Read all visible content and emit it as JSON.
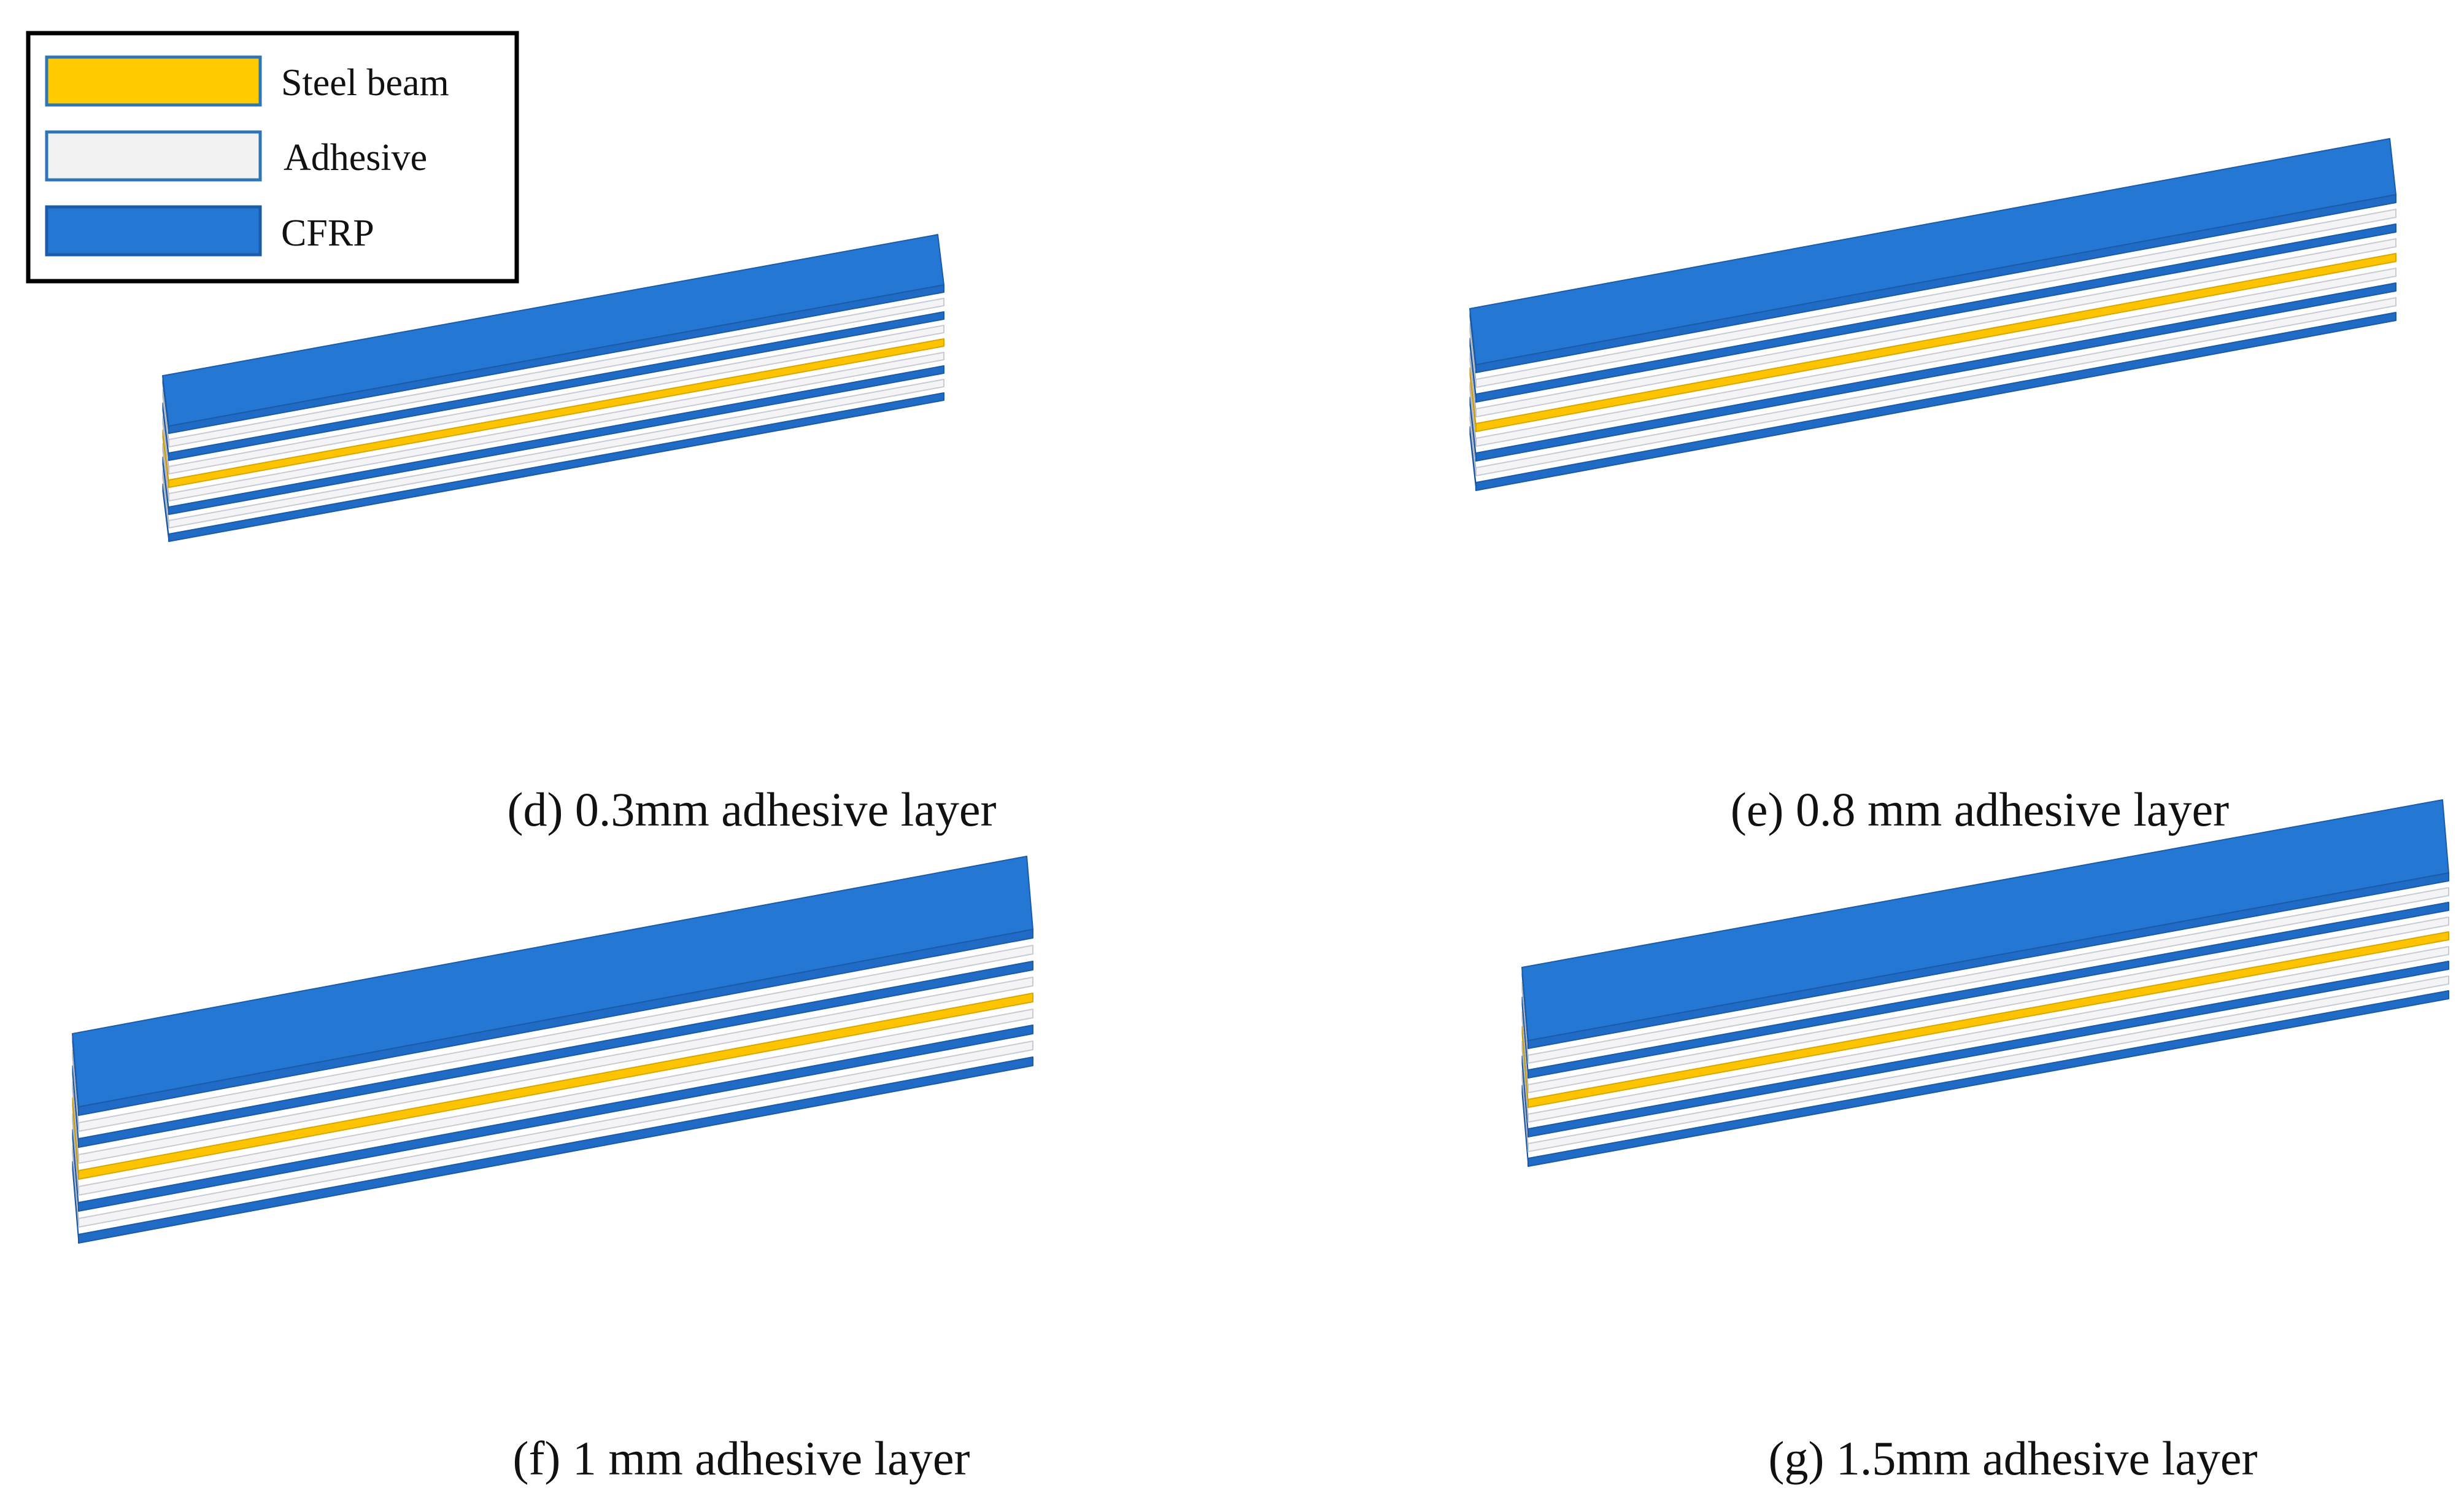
{
  "legend": {
    "items": [
      {
        "label": "Steel beam",
        "color": "#FFCC00",
        "border": "#2E75B6"
      },
      {
        "label": "Adhesive",
        "color": "#F3F2F2",
        "border": "#2E75B6"
      },
      {
        "label": "CFRP",
        "color": "#2478D4",
        "border": "#1B5CA8"
      }
    ]
  },
  "materials": {
    "cfrp": {
      "top": "#2478D4",
      "front": "#1F6BC6",
      "left": "#1656A6",
      "stroke": "#1B5CA8"
    },
    "adhesive": {
      "top": "#F3F2F2",
      "front": "#F4F4F6",
      "left": "#B7B7B7",
      "stroke": "#C9CBD3"
    },
    "steel": {
      "top": "#FFCC00",
      "front": "#FFC400",
      "left": "#C89A00",
      "stroke": "#D8A800"
    }
  },
  "panels": [
    {
      "id": "d",
      "caption": "(d) 0.3mm adhesive layer",
      "layers": [
        "cfrp",
        "adhesive",
        "cfrp",
        "adhesive",
        "steel",
        "adhesive",
        "cfrp",
        "adhesive",
        "cfrp"
      ]
    },
    {
      "id": "e",
      "caption": "(e) 0.8 mm adhesive layer",
      "layers": [
        "cfrp",
        "adhesive",
        "cfrp",
        "adhesive",
        "steel",
        "adhesive",
        "cfrp",
        "adhesive",
        "cfrp"
      ]
    },
    {
      "id": "f",
      "caption": "(f) 1 mm adhesive layer",
      "layers": [
        "cfrp",
        "adhesive",
        "cfrp",
        "adhesive",
        "steel",
        "adhesive",
        "cfrp",
        "adhesive",
        "cfrp"
      ]
    },
    {
      "id": "g",
      "caption": "(g) 1.5mm adhesive layer",
      "layers": [
        "cfrp",
        "adhesive",
        "cfrp",
        "adhesive",
        "steel",
        "adhesive",
        "cfrp",
        "adhesive",
        "cfrp"
      ]
    }
  ]
}
